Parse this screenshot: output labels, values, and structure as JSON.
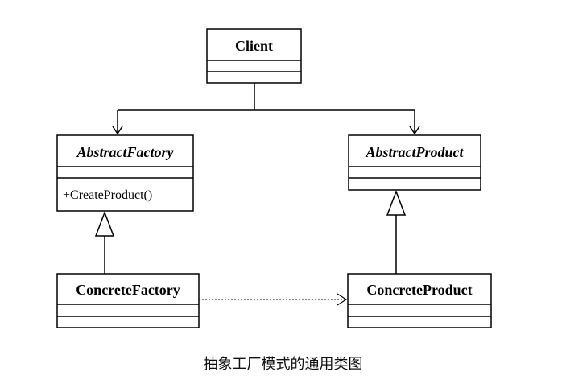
{
  "diagram": {
    "classes": {
      "client": {
        "name": "Client"
      },
      "abstract_factory": {
        "name": "AbstractFactory",
        "method": "+CreateProduct()"
      },
      "abstract_product": {
        "name": "AbstractProduct"
      },
      "concrete_factory": {
        "name": "ConcreteFactory"
      },
      "concrete_product": {
        "name": "ConcreteProduct"
      }
    },
    "caption": "抽象工厂模式的通用类图"
  }
}
